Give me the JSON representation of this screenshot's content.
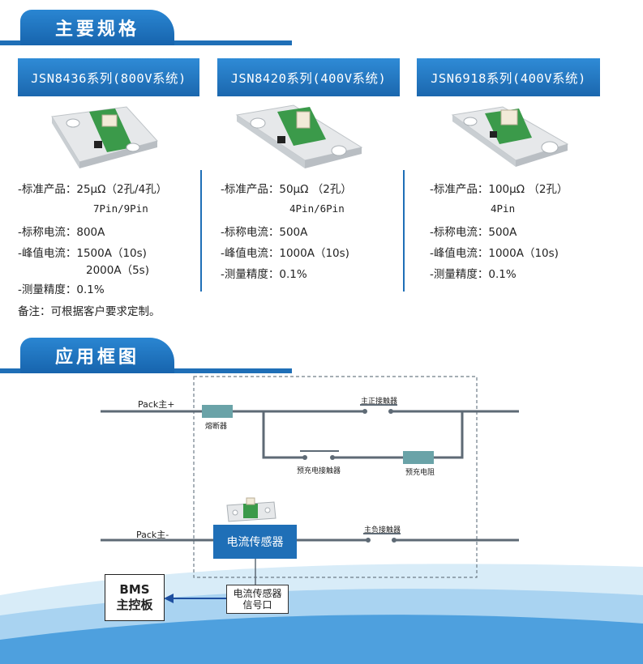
{
  "sections": {
    "specs_title": "主要规格",
    "diagram_title": "应用框图"
  },
  "series": [
    {
      "title": "JSN8436系列(800V系统)",
      "lines": [
        "-标准产品：25μΩ（2孔/4孔）",
        "7Pin/9Pin",
        "-标称电流：800A",
        "-峰值电流：1500A（10s)",
        "2000A（5s)",
        "-测量精度：0.1%"
      ]
    },
    {
      "title": "JSN8420系列(400V系统)",
      "lines": [
        "-标准产品：50μΩ （2孔）",
        "4Pin/6Pin",
        "-标称电流：500A",
        "-峰值电流：1000A（10s)",
        "-测量精度：0.1%"
      ]
    },
    {
      "title": "JSN6918系列(400V系统)",
      "lines": [
        "-标准产品：100μΩ （2孔）",
        "4Pin",
        "-标称电流：500A",
        "-峰值电流：1000A（10s)",
        "-测量精度：0.1%"
      ]
    }
  ],
  "note": "备注：可根据客户要求定制。",
  "diagram": {
    "pack_plus": "Pack主+",
    "pack_minus": "Pack主-",
    "fuse": "熔断器",
    "main_pos_contactor": "主正接触器",
    "precharge_contactor": "预充电接触器",
    "precharge_resistor": "预充电阻",
    "main_neg_contactor": "主负接触器",
    "current_sensor": "电流传感器",
    "sensor_port": [
      "电流传感器",
      "信号口"
    ],
    "bms": [
      "BMS",
      "主控板"
    ]
  },
  "colors": {
    "accent": "#1f6fb7",
    "wire": "#5e6a75",
    "fuse": "#6aa3a8",
    "pcb_green": "#3b9a4a"
  }
}
